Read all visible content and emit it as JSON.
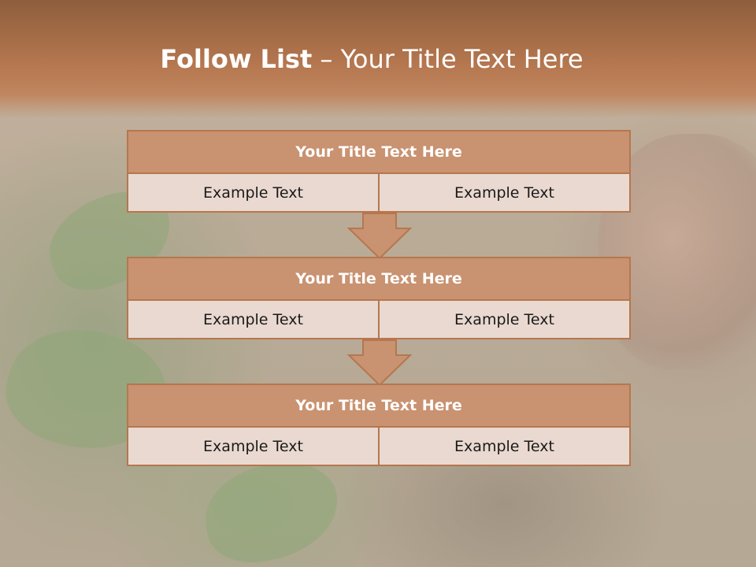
{
  "title": {
    "bold": "Follow List",
    "rest": " – Your Title Text Here"
  },
  "blocks": [
    {
      "heading": "Your Title Text Here",
      "left": "Example Text",
      "right": "Example Text"
    },
    {
      "heading": "Your Title Text Here",
      "left": "Example Text",
      "right": "Example Text"
    },
    {
      "heading": "Your Title Text Here",
      "left": "Example Text",
      "right": "Example Text"
    }
  ],
  "colors": {
    "accent": "#b5774f",
    "header_fill": "#c99270",
    "cell_fill": "#ead9d0"
  }
}
